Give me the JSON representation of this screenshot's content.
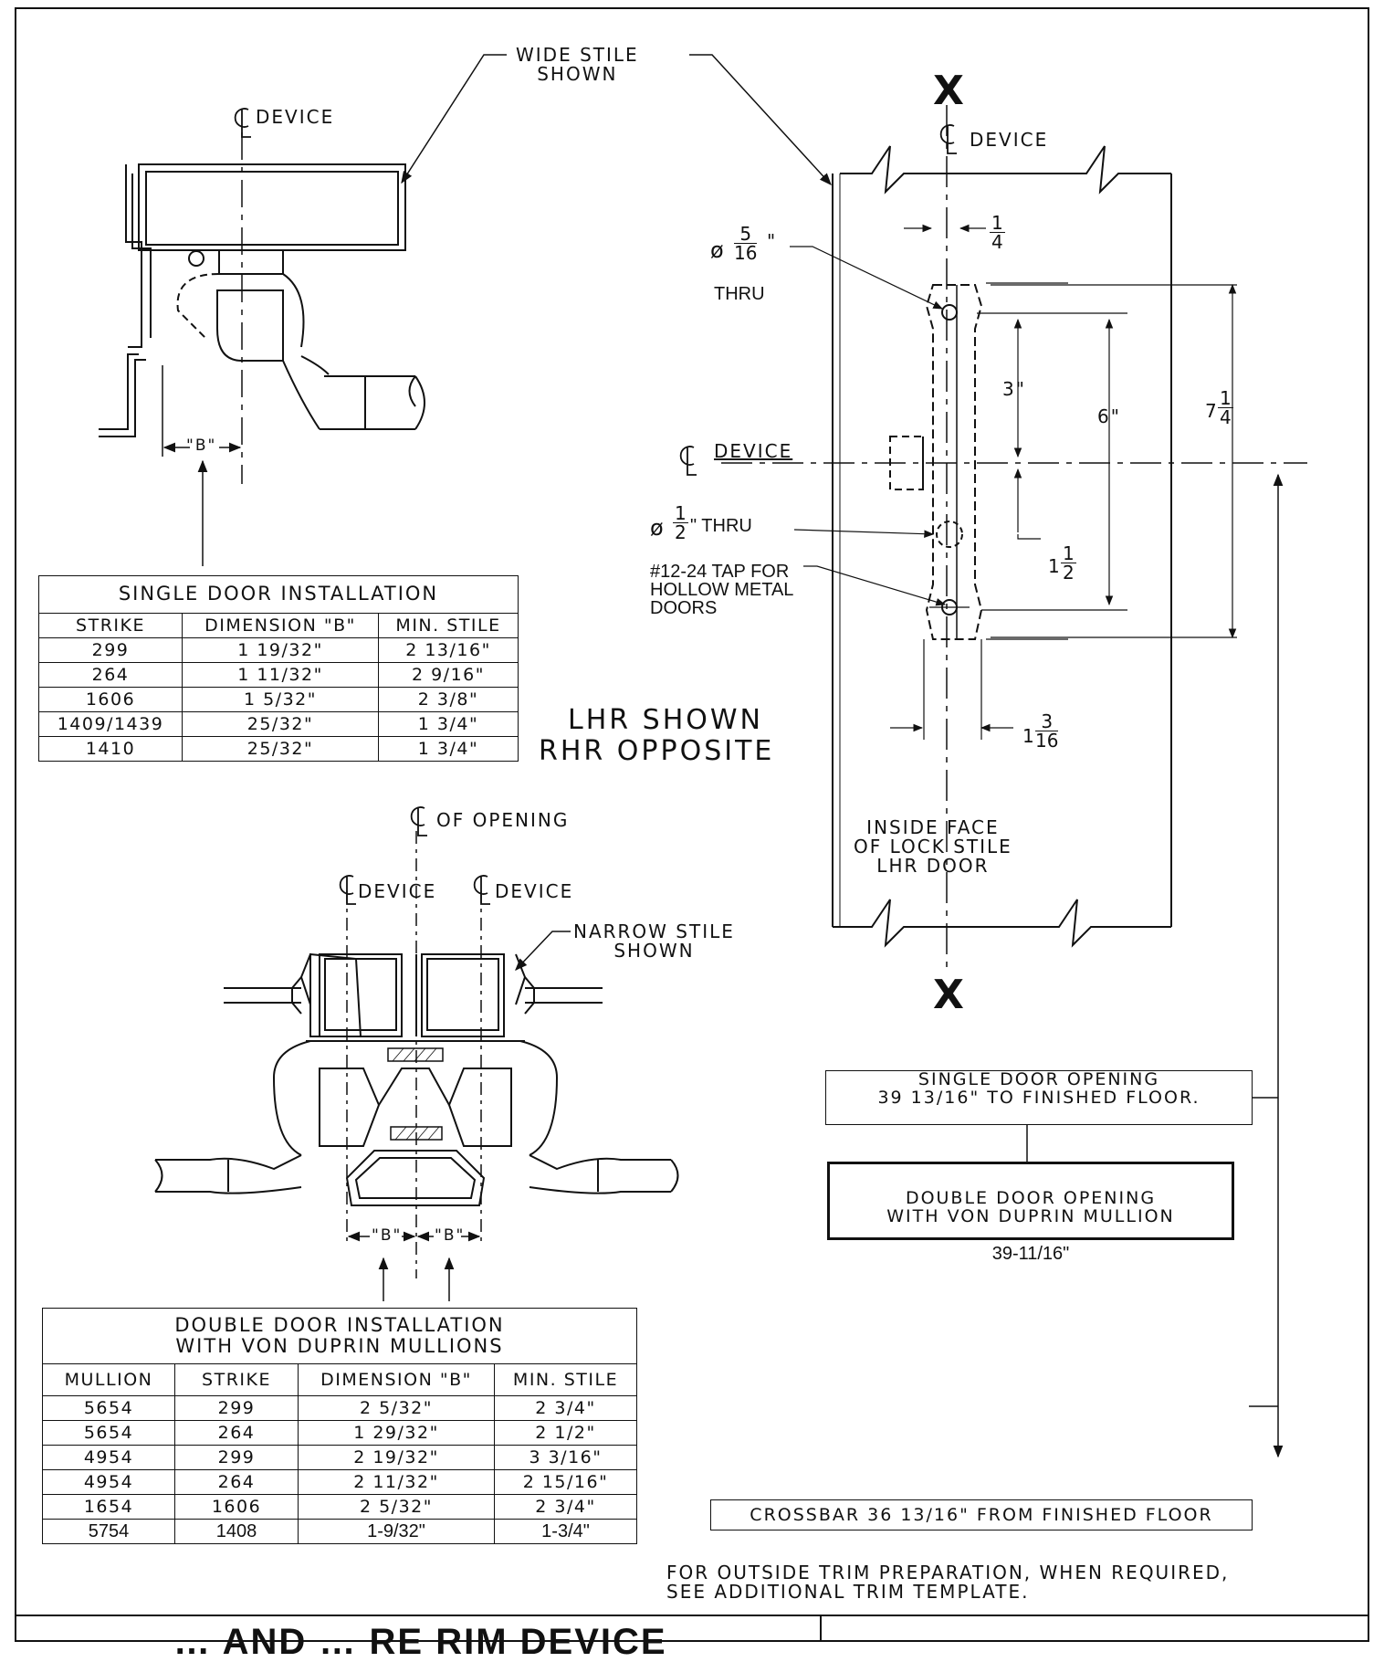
{
  "labels": {
    "wide_stile": "WIDE STILE\nSHOWN",
    "cl_device_top": "DEVICE",
    "cl_device_right": "DEVICE",
    "cl_device_mid": "DEVICE",
    "cl_of_opening": "OF OPENING",
    "cl_device_left": "DEVICE",
    "cl_device_right2": "DEVICE",
    "narrow_stile": "NARROW STILE\nSHOWN",
    "x_top": "X",
    "x_bottom": "X",
    "b_single": "\"B\"",
    "b_double_left": "\"B\"",
    "b_double_right": "\"B\"",
    "lhr_shown": "LHR SHOWN",
    "rhr_opposite": "RHR OPPOSITE",
    "phi_5_16_sym": "ø",
    "phi_5_16_num": "5",
    "phi_5_16_den": "16",
    "phi_5_16_unit": "\"",
    "thru_1": "THRU",
    "phi_1_2_sym": "ø",
    "phi_1_2_num": "1",
    "phi_1_2_den": "2",
    "phi_1_2_thru": "\" THRU",
    "tap_note": "#12-24 TAP FOR\nHOLLOW METAL\nDOORS",
    "dim_quarter_num": "1",
    "dim_quarter_den": "4",
    "dim_3": "3\"",
    "dim_6": "6\"",
    "dim_7_whole": "7",
    "dim_7_num": "1",
    "dim_7_den": "4",
    "dim_1half_whole": "1",
    "dim_1half_num": "1",
    "dim_1half_den": "2",
    "dim_1_3_16_whole": "1",
    "dim_1_3_16_num": "3",
    "dim_1_3_16_den": "16",
    "inside_face": "INSIDE FACE\nOF LOCK STILE\nLHR DOOR",
    "single_door_opening": "SINGLE DOOR OPENING\n39 13/16\" TO FINISHED FLOOR.",
    "double_door_opening": "DOUBLE DOOR OPENING\nWITH VON DUPRIN MULLION",
    "double_door_value": "39-11/16\"",
    "crossbar": "CROSSBAR 36 13/16\" FROM FINISHED FLOOR",
    "outside_trim": "FOR OUTSIDE TRIM PREPARATION, WHEN REQUIRED,\nSEE ADDITIONAL TRIM TEMPLATE.",
    "bottom_title": "… AND … RE RIM DEVICE"
  },
  "single_table": {
    "title": "SINGLE DOOR INSTALLATION",
    "headers": [
      "STRIKE",
      "DIMENSION \"B\"",
      "MIN. STILE"
    ],
    "rows": [
      [
        "299",
        "1 19/32\"",
        "2 13/16\""
      ],
      [
        "264",
        "1 11/32\"",
        "2 9/16\""
      ],
      [
        "1606",
        "1 5/32\"",
        "2 3/8\""
      ],
      [
        "1409/1439",
        "25/32\"",
        "1 3/4\""
      ],
      [
        "1410",
        "25/32\"",
        "1 3/4\""
      ]
    ]
  },
  "double_table": {
    "title": "DOUBLE DOOR INSTALLATION\nWITH VON DUPRIN MULLIONS",
    "headers": [
      "MULLION",
      "STRIKE",
      "DIMENSION \"B\"",
      "MIN. STILE"
    ],
    "rows": [
      [
        "5654",
        "299",
        "2 5/32\"",
        "2 3/4\""
      ],
      [
        "5654",
        "264",
        "1 29/32\"",
        "2 1/2\""
      ],
      [
        "4954",
        "299",
        "2 19/32\"",
        "3 3/16\""
      ],
      [
        "4954",
        "264",
        "2 11/32\"",
        "2 15/16\""
      ],
      [
        "1654",
        "1606",
        "2 5/32\"",
        "2 3/4\""
      ],
      [
        "5754",
        "1408",
        "1-9/32\"",
        "1-3/4\""
      ]
    ]
  }
}
